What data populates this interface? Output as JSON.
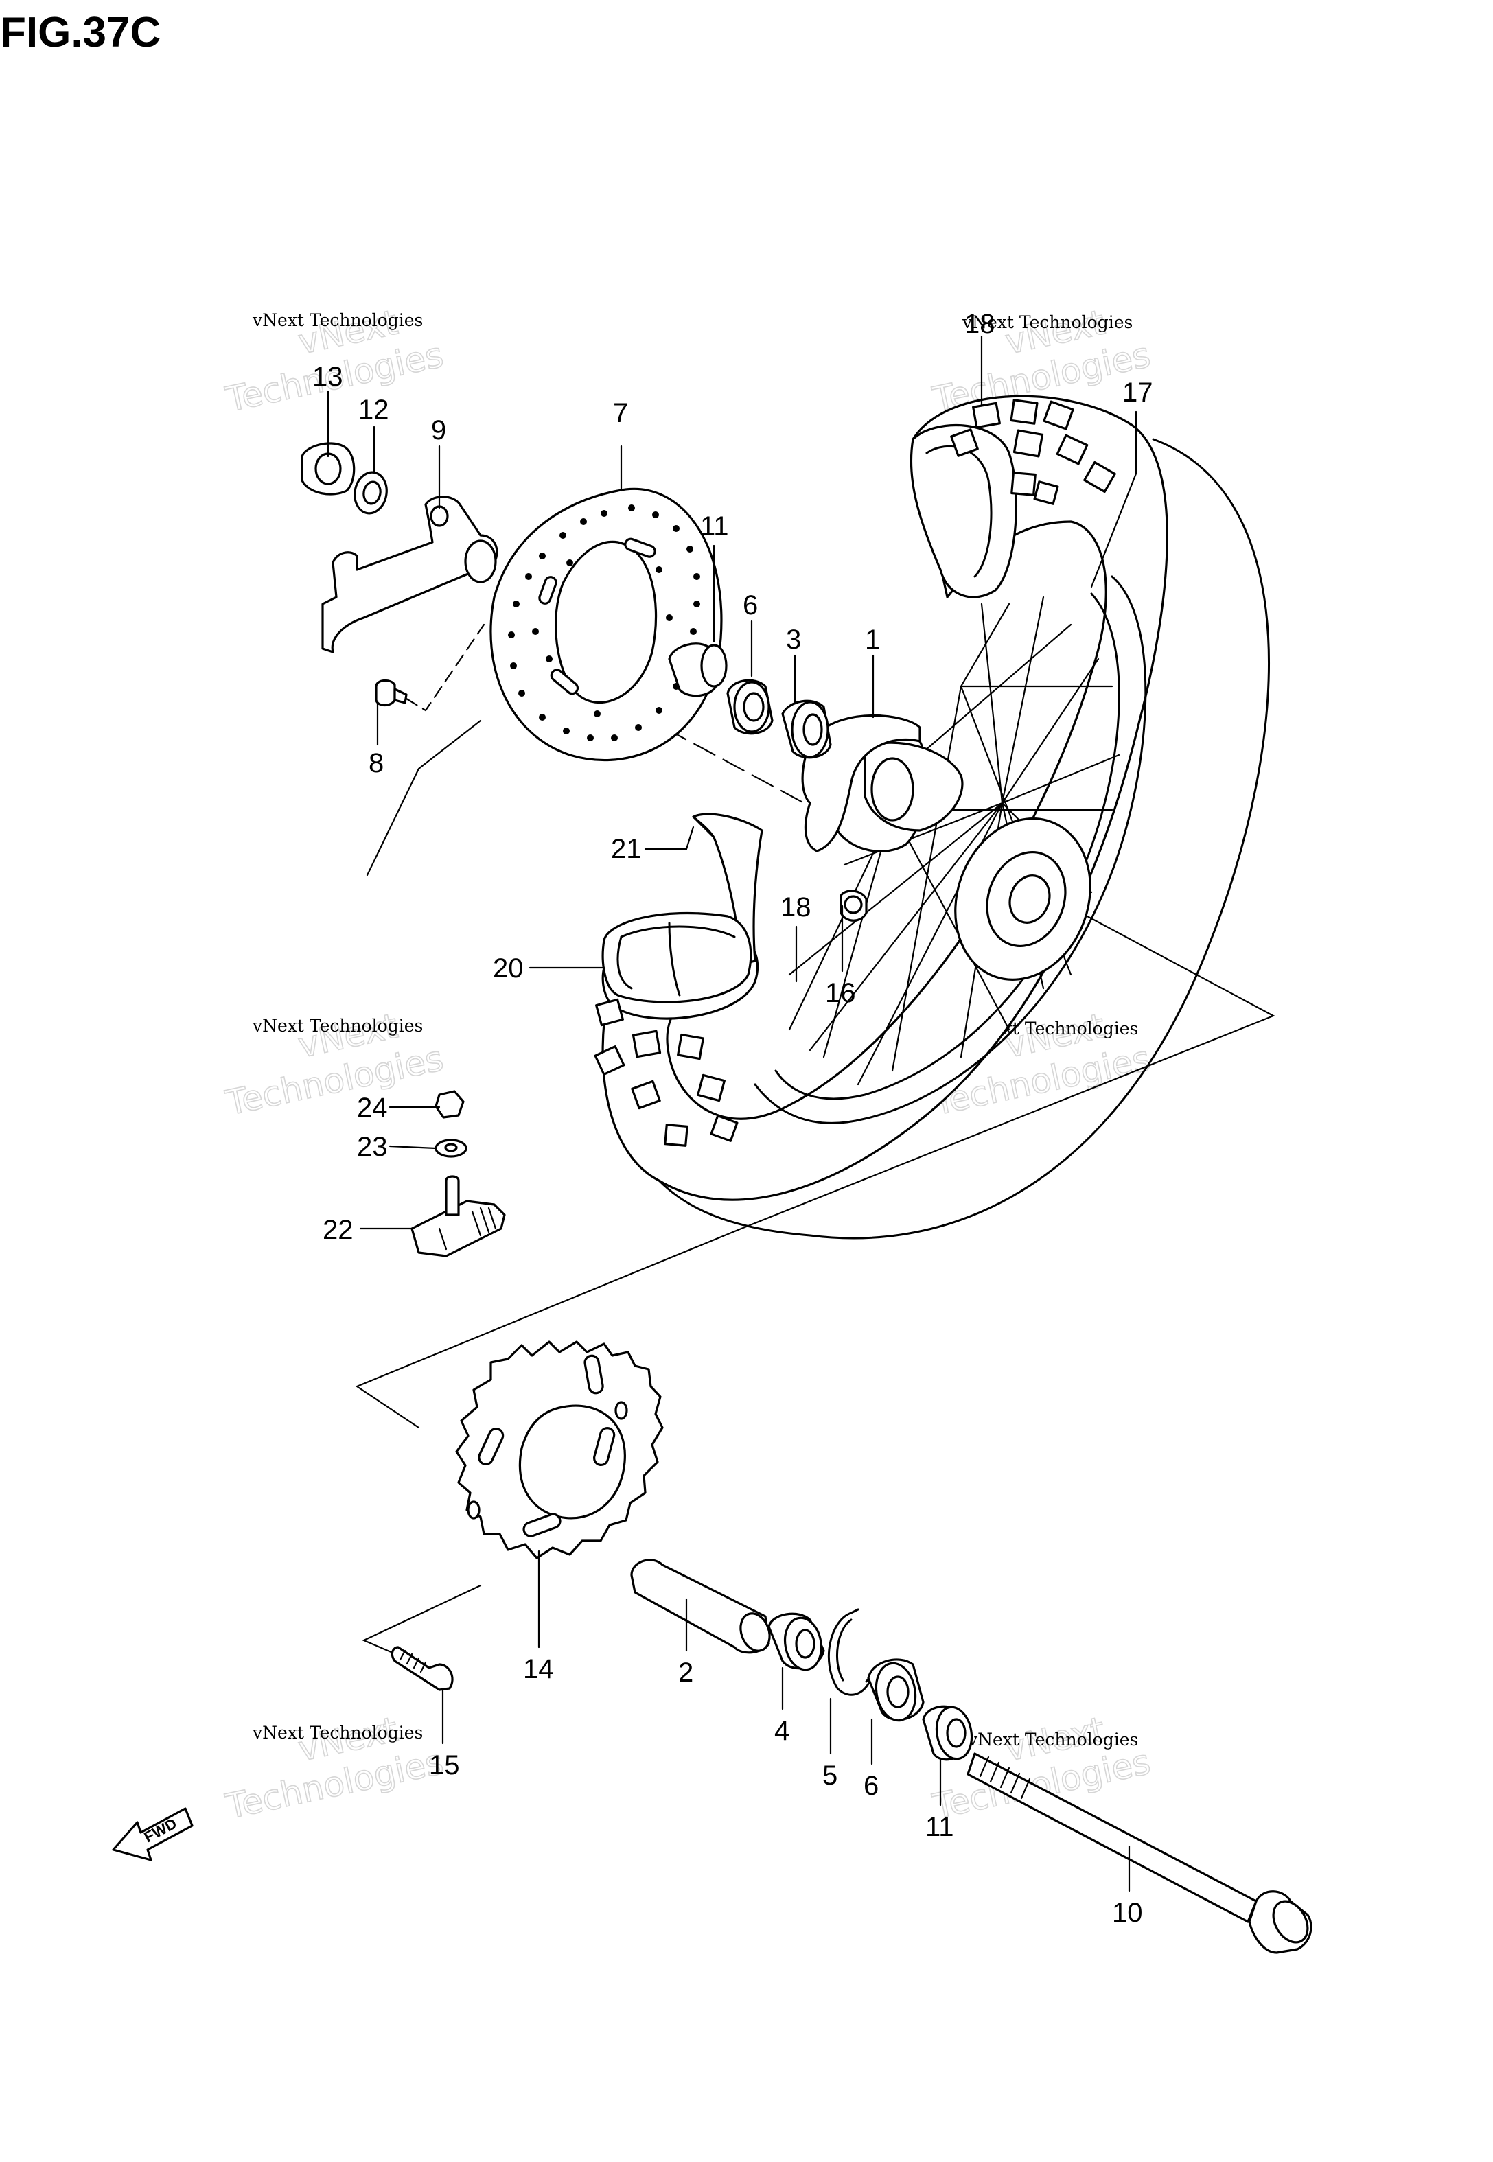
{
  "figure": {
    "title": "FIG.37C",
    "fwd_label": "FWD"
  },
  "watermarks": [
    {
      "line1": "vNext",
      "line2": "Technologies",
      "small": "vNext Technologies"
    },
    {
      "line1": "vNext",
      "line2": "Technologies",
      "small": "vNext Technologies"
    },
    {
      "line1": "vNext",
      "line2": "Technologies",
      "small": "vNext Technologies"
    },
    {
      "line1": "vNext",
      "line2": "Technologies",
      "small": "vNext Technologies"
    },
    {
      "line1": "vNext",
      "line2": "Technologies",
      "small": "vNext Technologies"
    },
    {
      "line1": "vNext",
      "line2": "Technologies",
      "small": "vNext Technologies"
    }
  ],
  "callouts": {
    "c1": "1",
    "c2": "2",
    "c3": "3",
    "c4": "4",
    "c5": "5",
    "c6a": "6",
    "c6b": "6",
    "c7": "7",
    "c8": "8",
    "c9": "9",
    "c10": "10",
    "c11a": "11",
    "c11b": "11",
    "c12": "12",
    "c13": "13",
    "c14": "14",
    "c15": "15",
    "c16": "16",
    "c17": "17",
    "c18a": "18",
    "c18b": "18",
    "c20": "20",
    "c21": "21",
    "c22": "22",
    "c23": "23",
    "c24": "24"
  }
}
